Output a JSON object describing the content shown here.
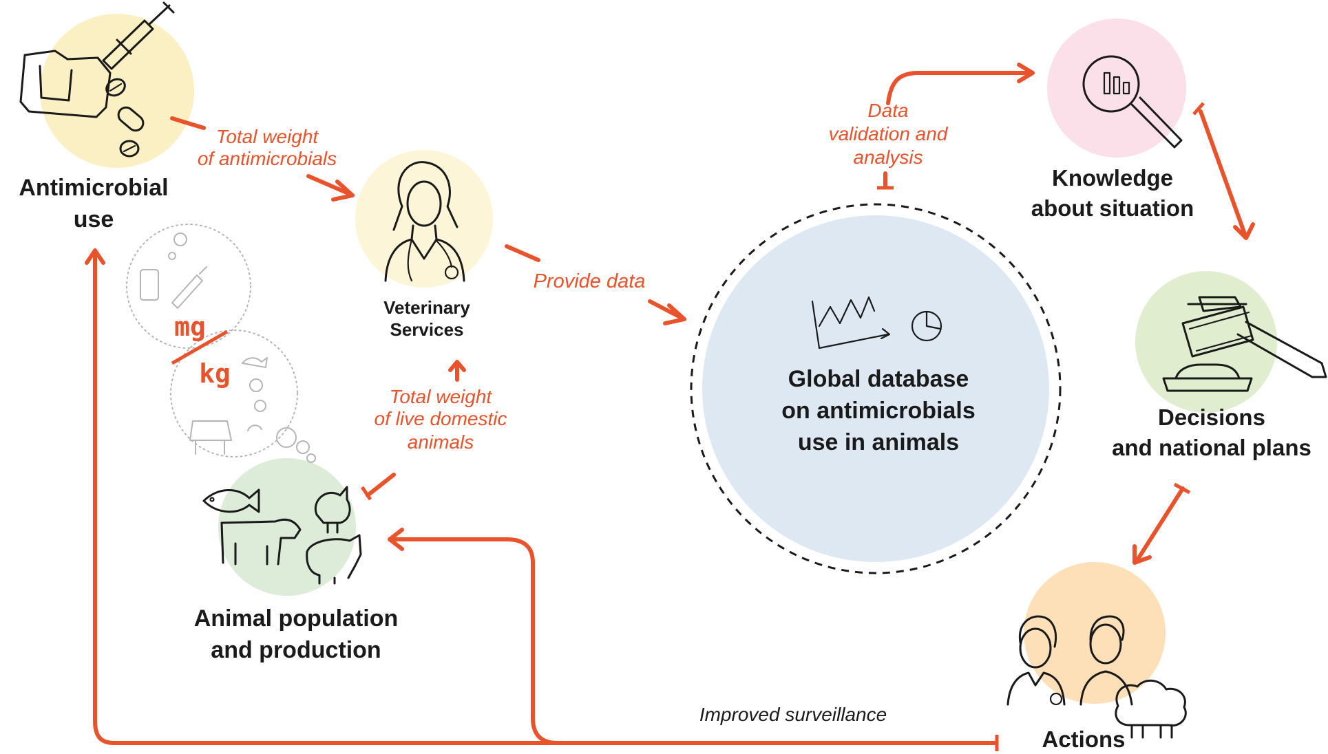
{
  "colors": {
    "accent": "#e8532b",
    "antimicrobial_circle": "#fbefc4",
    "veterinary_circle": "#fdf5d8",
    "animal_circle": "#dcecd8",
    "database_circle": "#dde8f3",
    "knowledge_circle": "#fbe0ea",
    "decisions_circle": "#e0edcf",
    "actions_circle": "#fde0b8"
  },
  "nodes": {
    "antimicrobial_use": {
      "line1": "Antimicrobial",
      "line2": "use",
      "icon": "medicine-bottle-syringe-pills-icon"
    },
    "veterinary_services": {
      "line1": "Veterinary",
      "line2": "Services",
      "icon": "veterinarian-icon"
    },
    "animal_population": {
      "line1": "Animal population",
      "line2": "and production",
      "icon": "livestock-icon"
    },
    "global_database": {
      "line1": "Global database",
      "line2": "on antimicrobials",
      "line3": "use in animals",
      "icon": "charts-icon"
    },
    "knowledge": {
      "line1": "Knowledge",
      "line2": "about situation",
      "icon": "magnifier-chart-icon"
    },
    "decisions": {
      "line1": "Decisions",
      "line2": "and national plans",
      "icon": "gavel-icon"
    },
    "actions": {
      "line1": "Actions",
      "icon": "people-sheep-icon"
    }
  },
  "edges": {
    "total_weight_antimicrobials": {
      "line1": "Total weight",
      "line2": "of antimicrobials"
    },
    "provide_data": {
      "line1": "Provide data"
    },
    "total_weight_animals": {
      "line1": "Total weight",
      "line2": "of live domestic",
      "line3": "animals"
    },
    "data_validation": {
      "line1": "Data",
      "line2": "validation and",
      "line3": "analysis"
    },
    "improved_surveillance": {
      "line1": "Improved surveillance"
    }
  },
  "ratio": {
    "numerator": "mg",
    "denominator": "kg"
  }
}
